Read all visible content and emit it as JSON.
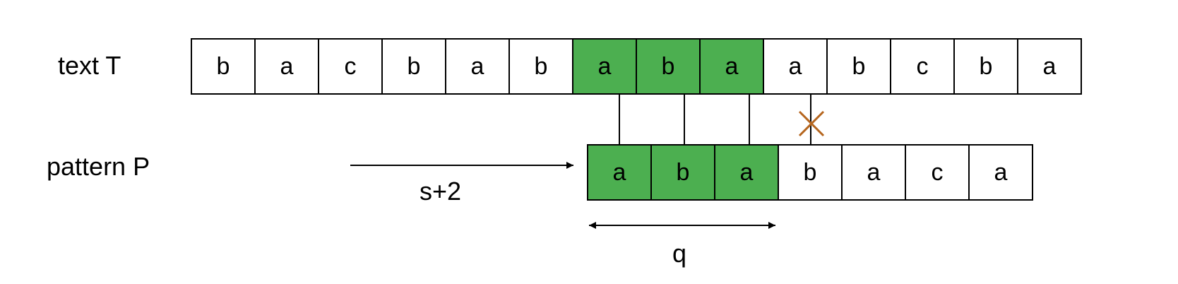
{
  "labels": {
    "text": "text T",
    "pattern": "pattern P",
    "shift": "s+2",
    "match_length": "q"
  },
  "text_cells": [
    {
      "char": "b",
      "matched": false
    },
    {
      "char": "a",
      "matched": false
    },
    {
      "char": "c",
      "matched": false
    },
    {
      "char": "b",
      "matched": false
    },
    {
      "char": "a",
      "matched": false
    },
    {
      "char": "b",
      "matched": false
    },
    {
      "char": "a",
      "matched": true
    },
    {
      "char": "b",
      "matched": true
    },
    {
      "char": "a",
      "matched": true
    },
    {
      "char": "a",
      "matched": false
    },
    {
      "char": "b",
      "matched": false
    },
    {
      "char": "c",
      "matched": false
    },
    {
      "char": "b",
      "matched": false
    },
    {
      "char": "a",
      "matched": false
    }
  ],
  "pattern_cells": [
    {
      "char": "a",
      "matched": true
    },
    {
      "char": "b",
      "matched": true
    },
    {
      "char": "a",
      "matched": true
    },
    {
      "char": "b",
      "matched": false
    },
    {
      "char": "a",
      "matched": false
    },
    {
      "char": "c",
      "matched": false
    },
    {
      "char": "a",
      "matched": false
    }
  ],
  "colors": {
    "match_fill": "#4caf50",
    "mismatch_mark": "#b5651d",
    "line": "#000000"
  }
}
